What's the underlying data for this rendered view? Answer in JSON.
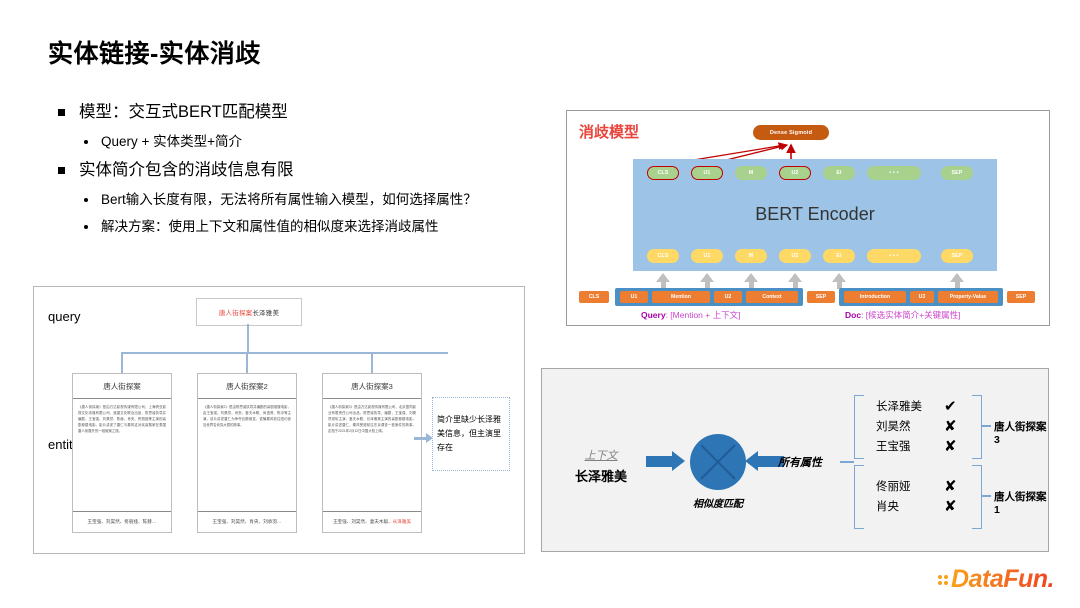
{
  "slide": {
    "title": "实体链接-实体消歧"
  },
  "bullets": [
    {
      "level": 1,
      "text": "模型：交互式BERT匹配模型"
    },
    {
      "level": 2,
      "text": "Query + 实体类型+简介"
    },
    {
      "level": 1,
      "text": "实体简介包含的消歧信息有限"
    },
    {
      "level": 2,
      "text": "Bert输入长度有限，无法将所有属性输入模型，如何选择属性？"
    },
    {
      "level": 2,
      "text": "解决方案：使用上下文和属性值的相似度来选择消歧属性"
    }
  ],
  "left_figure": {
    "row_labels": {
      "query": "query",
      "entity": "entity"
    },
    "query_box": {
      "highlight": "唐人街探案",
      "rest": "长泽雅美"
    },
    "cards": [
      {
        "header": "唐人街探案",
        "body": "《唐人街探案》是由万达影视传媒有限公司、上海骋亚影视文化传媒有限公司、遥望文化联合出品，陈思诚执导并编剧，王宝强、刘昊然、陈赫、肖央、佟丽娅等主演的喜剧悬疑电影。影片讲述了唐仁与秦风这对欢喜冤家在泰国唐人街展开的一段破案之旅。",
        "footer": "王宝强、刘昊然、佟丽娅、陈赫…",
        "footer_highlight": ""
      },
      {
        "header": "唐人街探案2",
        "body": "《唐人街探案2》是由陈思诚执导并编剧的喜剧悬疑电影，由王宝强、刘昊然、肖央、妻夫木聪、尚语贤、陈冲等主演。该片讲述唐仁为争夺巨额悬赏，诓骗秦风前往纽约参加世界名侦探大赛的故事。",
        "footer": "王宝强、刘昊然、肖央、刘承羽…",
        "footer_highlight": ""
      },
      {
        "header": "唐人街探案3",
        "body": "《唐人街探案3》是由万达影视传媒有限公司、北京壹同影业有限责任公司出品，陈思诚执导、编剧，王宝强、刘昊然领衔主演，妻夫木聪、长泽雅美主演的喜剧悬疑电影。影片讲述唐仁、秦风受邀前往东京调查一桩案件的故事，定档于2021年2月12日中国大陆上映。",
        "footer": "王宝强、刘昊然、妻夫木聪、",
        "footer_highlight": "长泽雅美"
      }
    ],
    "note": "简介里缺少长泽雅美信息，但主演里存在"
  },
  "bert_figure": {
    "title": "消歧模型",
    "output_head": "Dense Sigmoid",
    "encoder_label": "BERT Encoder",
    "output_tokens": [
      {
        "label": "CLS",
        "highlight": true
      },
      {
        "label": "U1",
        "highlight": true
      },
      {
        "label": "M",
        "highlight": false
      },
      {
        "label": "U2",
        "highlight": true
      },
      {
        "label": "EI",
        "highlight": false
      },
      {
        "label": "• • •",
        "highlight": false
      },
      {
        "label": "SEP",
        "highlight": false
      }
    ],
    "embedding_tokens": [
      "CLS",
      "U1",
      "M",
      "U2",
      "EI",
      "• • •",
      "SEP"
    ],
    "input_tokens": [
      "CLS",
      "U1",
      "Mention",
      "U2",
      "Context",
      "SEP",
      "Introduction",
      "U3",
      "Property-Value",
      "SEP"
    ],
    "captions": {
      "query_bold": "Query",
      "query_rest": ": [Mention + 上下文]",
      "doc_bold": "Doc",
      "doc_rest": ": [候选实体简介+关键属性]"
    }
  },
  "similarity_figure": {
    "context_label": "上下文",
    "context_value": "长泽雅美",
    "match_caption": "相似度匹配",
    "all_attributes_label": "所有属性",
    "groups": [
      {
        "name": "唐人街探案3",
        "attributes": [
          {
            "name": "长泽雅美",
            "mark": "✔"
          },
          {
            "name": "刘昊然",
            "mark": "✘"
          },
          {
            "name": "王宝强",
            "mark": "✘"
          }
        ]
      },
      {
        "name": "唐人街探案1",
        "attributes": [
          {
            "name": "佟丽娅",
            "mark": "✘"
          },
          {
            "name": "肖央",
            "mark": "✘"
          }
        ]
      }
    ]
  },
  "logo": {
    "text": "DataFun."
  },
  "colors": {
    "accent_red": "#e8453c",
    "encoder_blue": "#9dc3e6",
    "token_green": "#a9d18e",
    "token_yellow": "#ffd966",
    "input_orange": "#ed7d31",
    "dense_orange": "#c55a11",
    "caption_magenta": "#cc44cc",
    "circle_blue": "#2e75b6"
  }
}
